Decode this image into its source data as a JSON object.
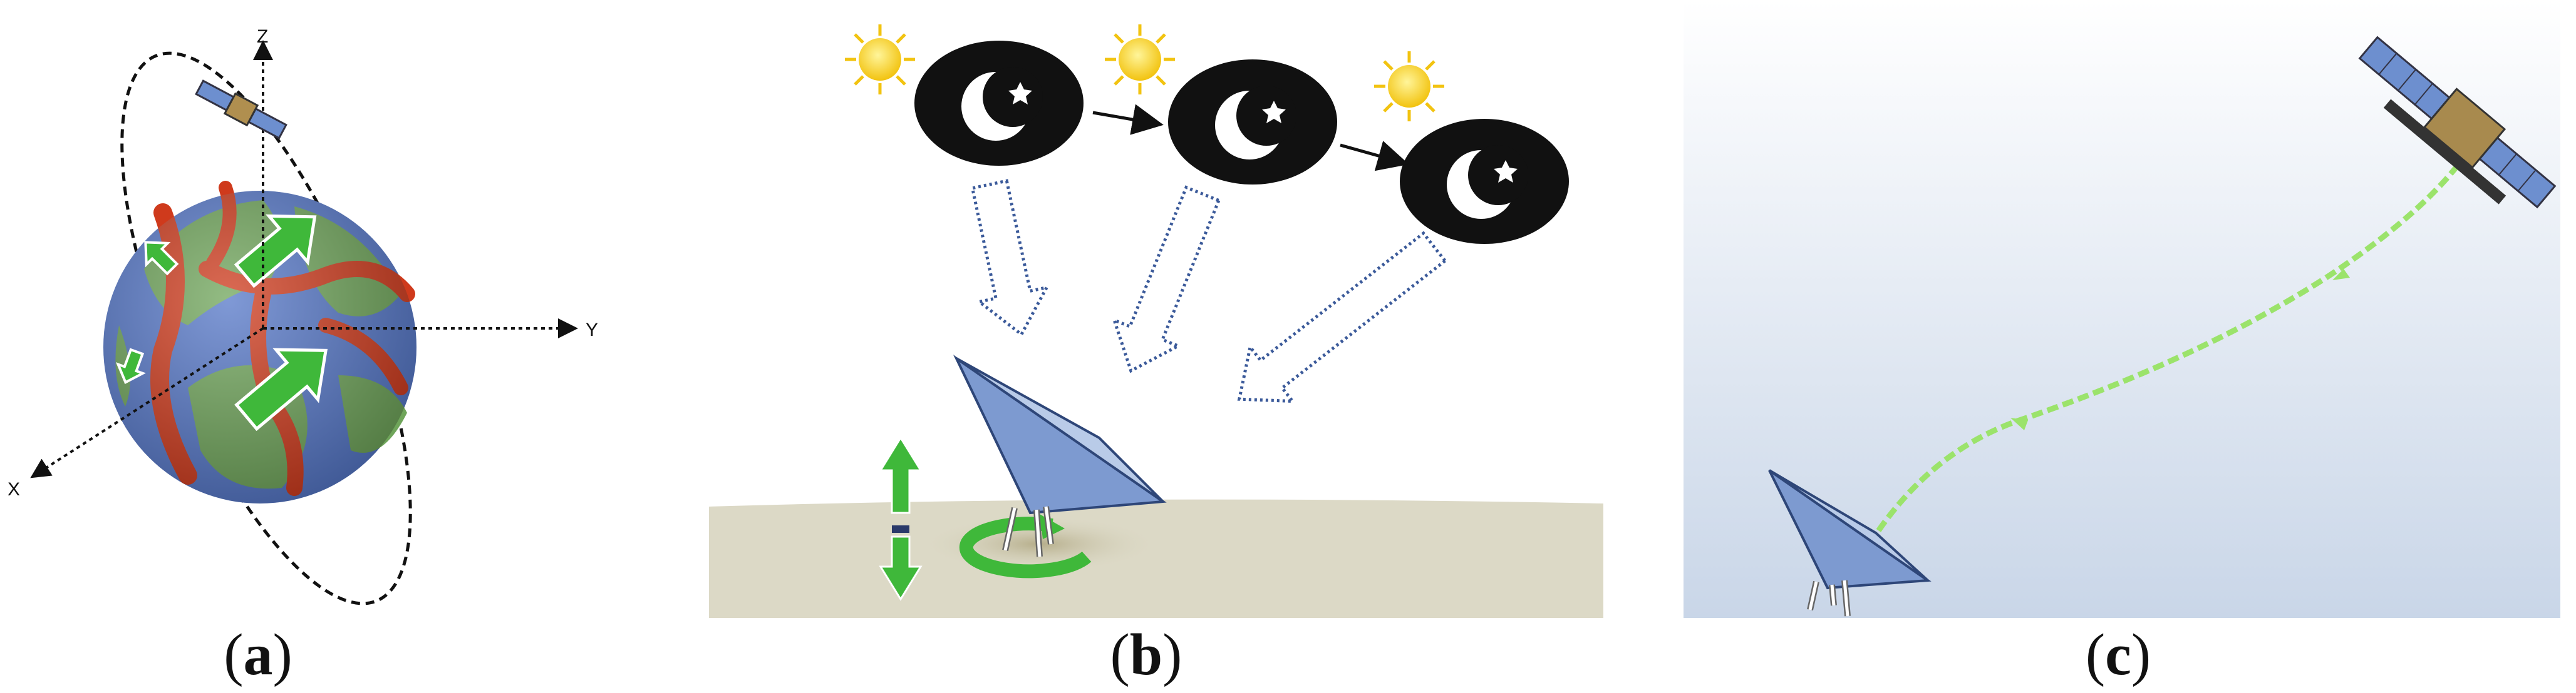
{
  "panels": [
    {
      "id": "a",
      "caption_open": "(",
      "caption_letter": "a",
      "caption_close": ")"
    },
    {
      "id": "b",
      "caption_open": "(",
      "caption_letter": "b",
      "caption_close": ")"
    },
    {
      "id": "c",
      "caption_open": "(",
      "caption_letter": "c",
      "caption_close": ")"
    }
  ],
  "axes": {
    "z": "Z",
    "y": "Y",
    "x": "X"
  },
  "colors": {
    "ocean": "#5577c8",
    "land": "#6fa55a",
    "plate_boundary": "#cf3a1c",
    "arrow_green": "#3fb83a",
    "antenna_blue": "#8fa9d4",
    "ground": "#dcd9c6",
    "sky_top": "#ffffff",
    "sky_bottom": "#c9d6e8",
    "signal_green": "#9be36b",
    "sun_yellow": "#f4cf1c",
    "night_black": "#111111",
    "dotted_blue": "#3b5a9a"
  },
  "icons": [
    "earth-globe-icon",
    "satellite-icon",
    "sun-icon",
    "moon-star-icon",
    "corner-reflector-icon",
    "vertical-arrow-icon",
    "rotation-arrow-icon"
  ]
}
